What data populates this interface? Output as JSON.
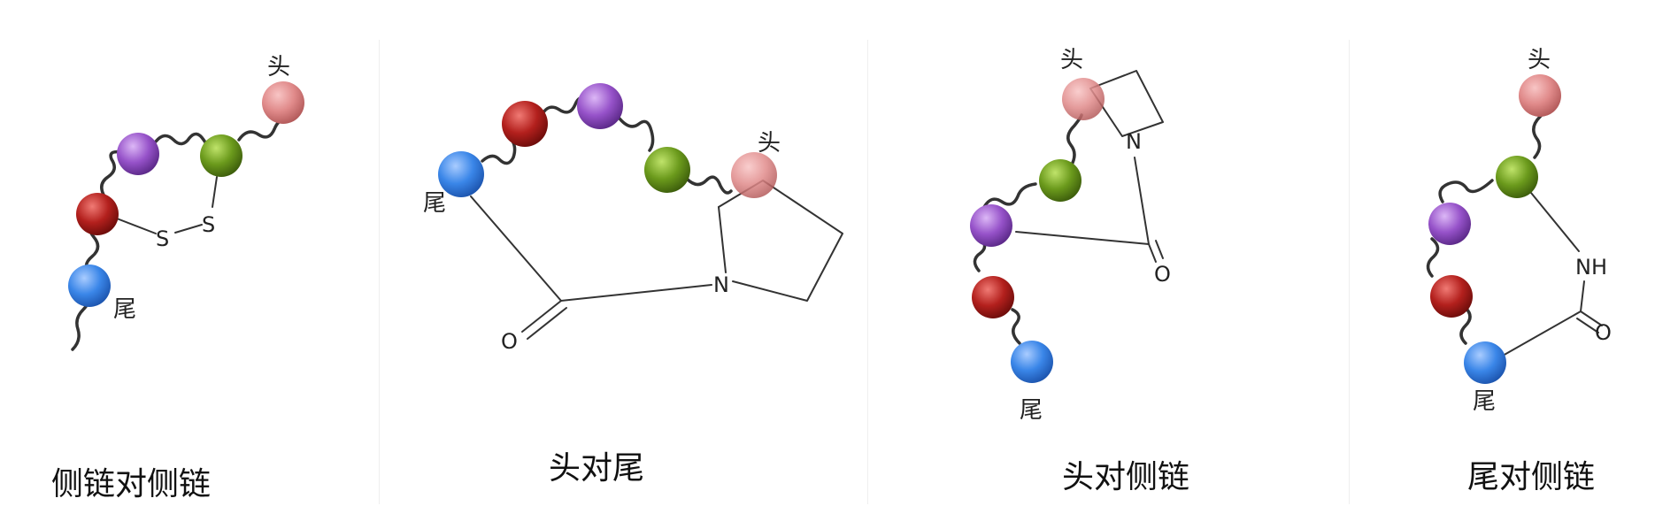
{
  "panels": [
    {
      "caption": "侧链对侧链",
      "head_label": "头",
      "tail_label": "尾",
      "atoms": {
        "s1": "S",
        "s2": "S"
      }
    },
    {
      "caption": "头对尾",
      "head_label": "头",
      "tail_label": "尾",
      "atoms": {
        "n": "N",
        "o": "O"
      }
    },
    {
      "caption": "头对侧链",
      "head_label": "头",
      "tail_label": "尾",
      "atoms": {
        "n": "N",
        "o": "O"
      }
    },
    {
      "caption": "尾对侧链",
      "head_label": "头",
      "tail_label": "尾",
      "atoms": {
        "nh": "NH",
        "o": "O"
      }
    }
  ],
  "colors": {
    "blue": "#3a86e8",
    "red": "#b3201d",
    "purple": "#9652c9",
    "green": "#6b9a1c",
    "pink": "#e08a8a"
  }
}
